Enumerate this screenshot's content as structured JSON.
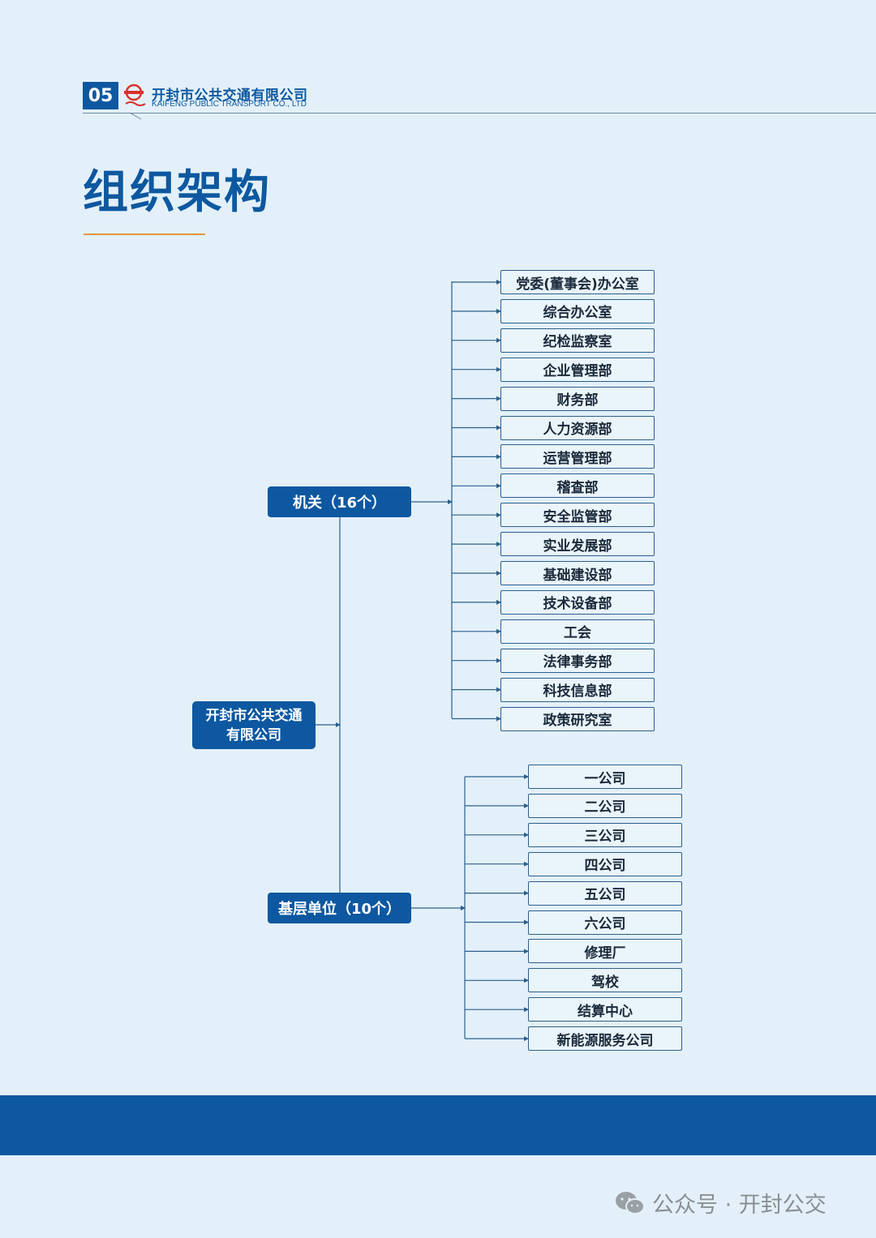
{
  "header": {
    "page_number": "05",
    "company_cn": "开封市公共交通有限公司",
    "company_en": "KAIFENG PUBLIC TRANSPORT CO., LTD"
  },
  "title": "组织架构",
  "org": {
    "root_line1": "开封市公共交通",
    "root_line2": "有限公司",
    "jiguan": {
      "label": "机关（16个）",
      "departments": [
        "党委(董事会)办公室",
        "综合办公室",
        "纪检监察室",
        "企业管理部",
        "财务部",
        "人力资源部",
        "运营管理部",
        "稽查部",
        "安全监管部",
        "实业发展部",
        "基础建设部",
        "技术设备部",
        "工会",
        "法律事务部",
        "科技信息部",
        "政策研究室"
      ]
    },
    "jiceng": {
      "label": "基层单位（10个）",
      "units": [
        "一公司",
        "二公司",
        "三公司",
        "四公司",
        "五公司",
        "六公司",
        "修理厂",
        "驾校",
        "结算中心",
        "新能源服务公司"
      ]
    }
  },
  "watermark": {
    "text": "公众号 · 开封公交",
    "icon": "wechat-icon"
  },
  "colors": {
    "primary_blue": "#0d58a0",
    "background": "#e3f0f9",
    "accent_orange": "#e8943c"
  }
}
